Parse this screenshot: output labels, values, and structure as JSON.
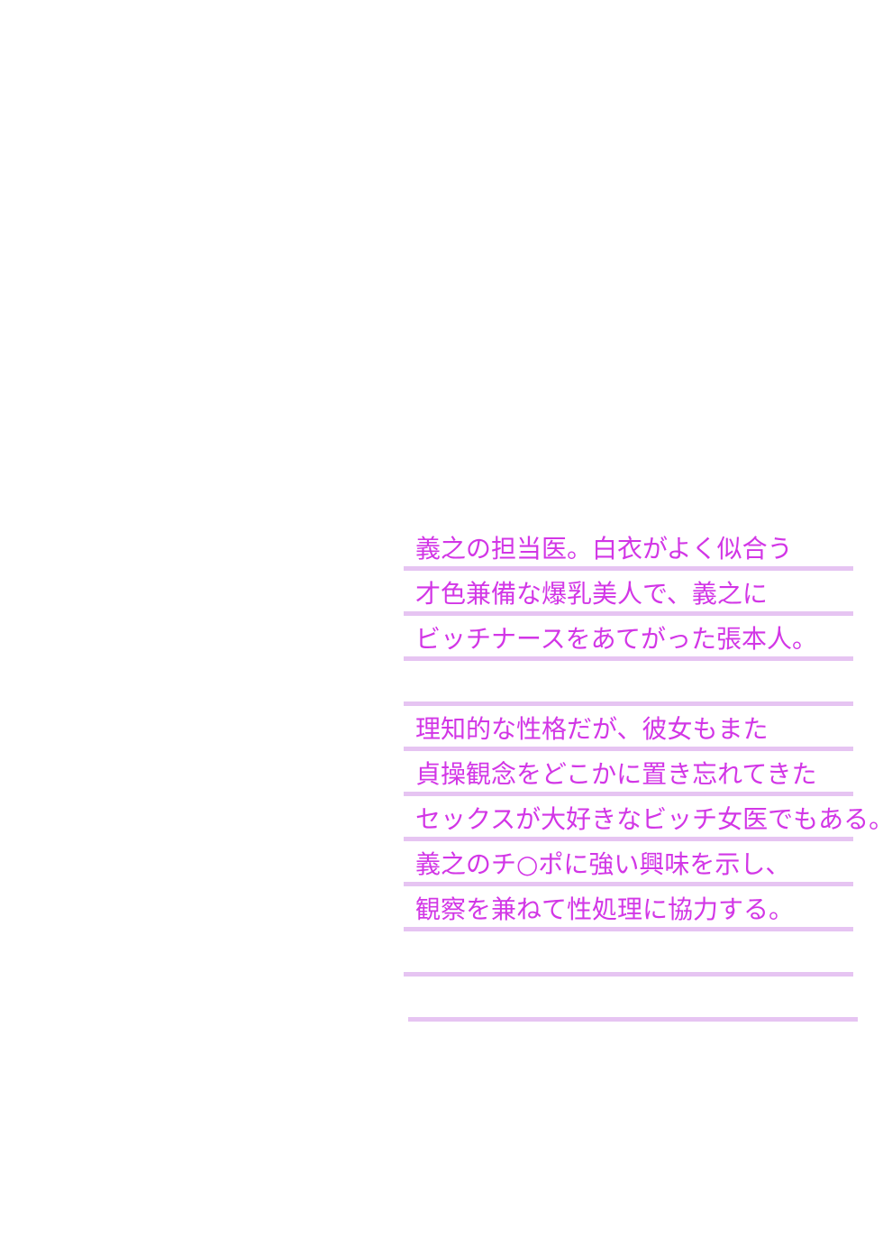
{
  "profile": {
    "lines": [
      "義之の担当医。白衣がよく似合う",
      "才色兼備な爆乳美人で、義之に",
      "ビッチナースをあてがった張本人。",
      "",
      "理知的な性格だが、彼女もまた",
      "貞操観念をどこかに置き忘れてきた",
      "セックスが大好きなビッチ女医でもある。",
      "義之のチ○ポに強い興味を示し、",
      "観察を兼ねて性処理に協力する。",
      "",
      ""
    ]
  },
  "colors": {
    "text": "#d236e6",
    "rule": "#e6c4f2",
    "background": "#ffffff"
  }
}
